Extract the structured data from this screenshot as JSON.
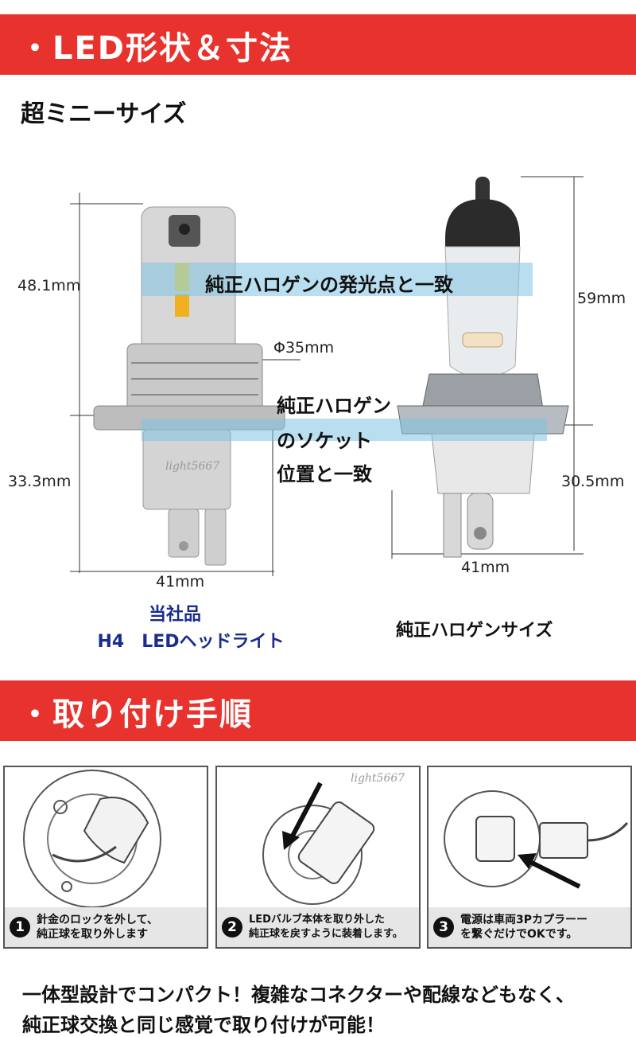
{
  "section1": {
    "title": "・LED形状＆寸法",
    "subtitle": "超ミニーサイズ"
  },
  "led": {
    "height_upper": "48.1mm",
    "height_lower": "33.3mm",
    "diameter": "Φ35mm",
    "width": "41mm",
    "watermark": "light5667",
    "caption_line1": "当社品",
    "caption_line2": "H4　LEDヘッドライト"
  },
  "halogen": {
    "height_upper": "59mm",
    "height_lower": "30.5mm",
    "width": "41mm",
    "caption": "純正ハロゲンサイズ"
  },
  "overlays": {
    "focal": "純正ハロゲンの発光点と一致",
    "socket_1": "純正ハロゲン",
    "socket_2": "のソケット",
    "socket_3": "位置と一致"
  },
  "section2": {
    "title": "・取り付け手順"
  },
  "steps": [
    {
      "num": "1",
      "line1": "針金のロックを外して、",
      "line2": "純正球を取り外します"
    },
    {
      "num": "2",
      "line1": "LEDバルブ本体を取り外した",
      "line2": "純正球を戻すように装着します。"
    },
    {
      "num": "3",
      "line1": "電源は車両3Pカプラーー",
      "line2": "を繋ぐだけでOKです。"
    }
  ],
  "steps_watermark": "light5667",
  "footer": {
    "line1": "一体型設計でコンパクト！複雑なコネクターや配線などもなく、",
    "line2": "純正球交換と同じ感覚で取り付けが可能！"
  },
  "colors": {
    "banner": "#e8322e",
    "caption_blue": "#1a2c8f"
  }
}
